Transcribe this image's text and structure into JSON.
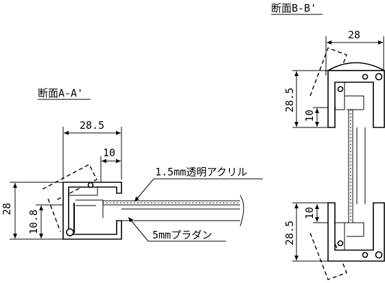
{
  "section_aa": {
    "title": "断面A-A'",
    "dim_width": "28.5",
    "dim_slot": "10",
    "dim_height": "28",
    "dim_lower": "10.8",
    "label_acrylic": "1.5mm透明アクリル",
    "label_board": "5mmプラダン"
  },
  "section_bb": {
    "title": "断面B-B'",
    "dim_width": "28",
    "dim_top_height": "28.5",
    "dim_top_slot": "10",
    "dim_bottom_slot": "10",
    "dim_bottom_height": "28.5"
  },
  "colors": {
    "line": "#000000",
    "background": "#ffffff"
  }
}
